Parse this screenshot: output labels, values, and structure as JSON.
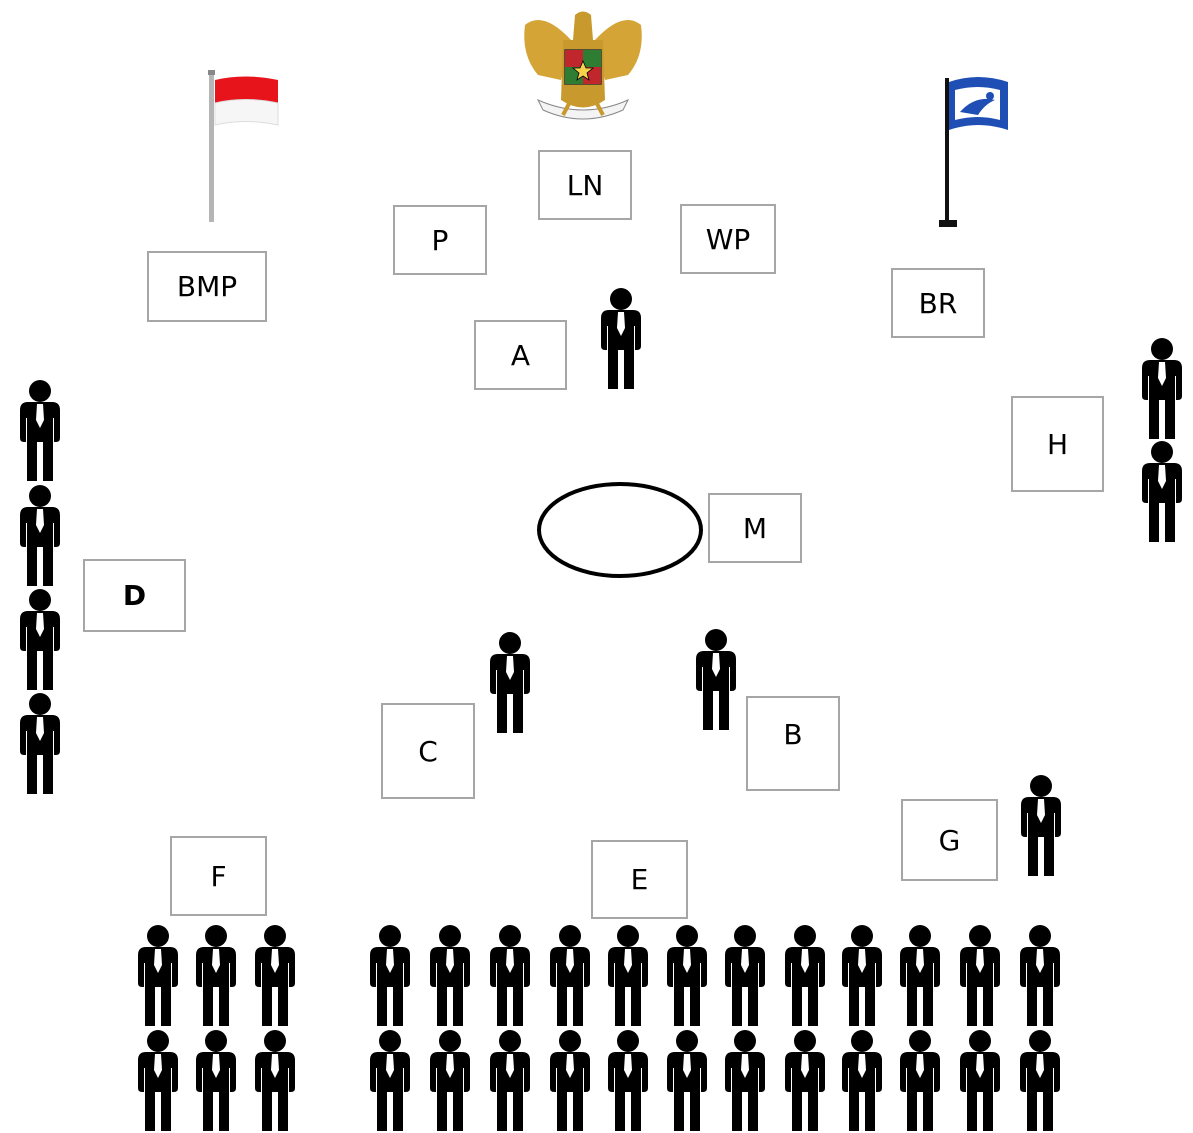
{
  "labels": {
    "ln": "LN",
    "p": "P",
    "wp": "WP",
    "bmp": "BMP",
    "br": "BR",
    "a": "A",
    "h": "H",
    "m": "M",
    "d": "D",
    "c": "C",
    "b": "B",
    "g": "G",
    "f": "F",
    "e": "E"
  },
  "emblem": {
    "icon": "garuda-emblem-icon"
  },
  "flags": {
    "left": {
      "icon": "indonesia-flag-icon",
      "colors": [
        "#e8141c",
        "#ffffff"
      ]
    },
    "right": {
      "icon": "organization-flag-icon",
      "color": "#1f4fb4"
    }
  },
  "people": {
    "icon": "person-in-suit-icon",
    "groups": {
      "a": 1,
      "h": 2,
      "d": 4,
      "c": 1,
      "b": 1,
      "g": 1,
      "f": 6,
      "e": 24
    }
  },
  "colors": {
    "box_border": "#a6a6a6",
    "figure": "#000000"
  }
}
